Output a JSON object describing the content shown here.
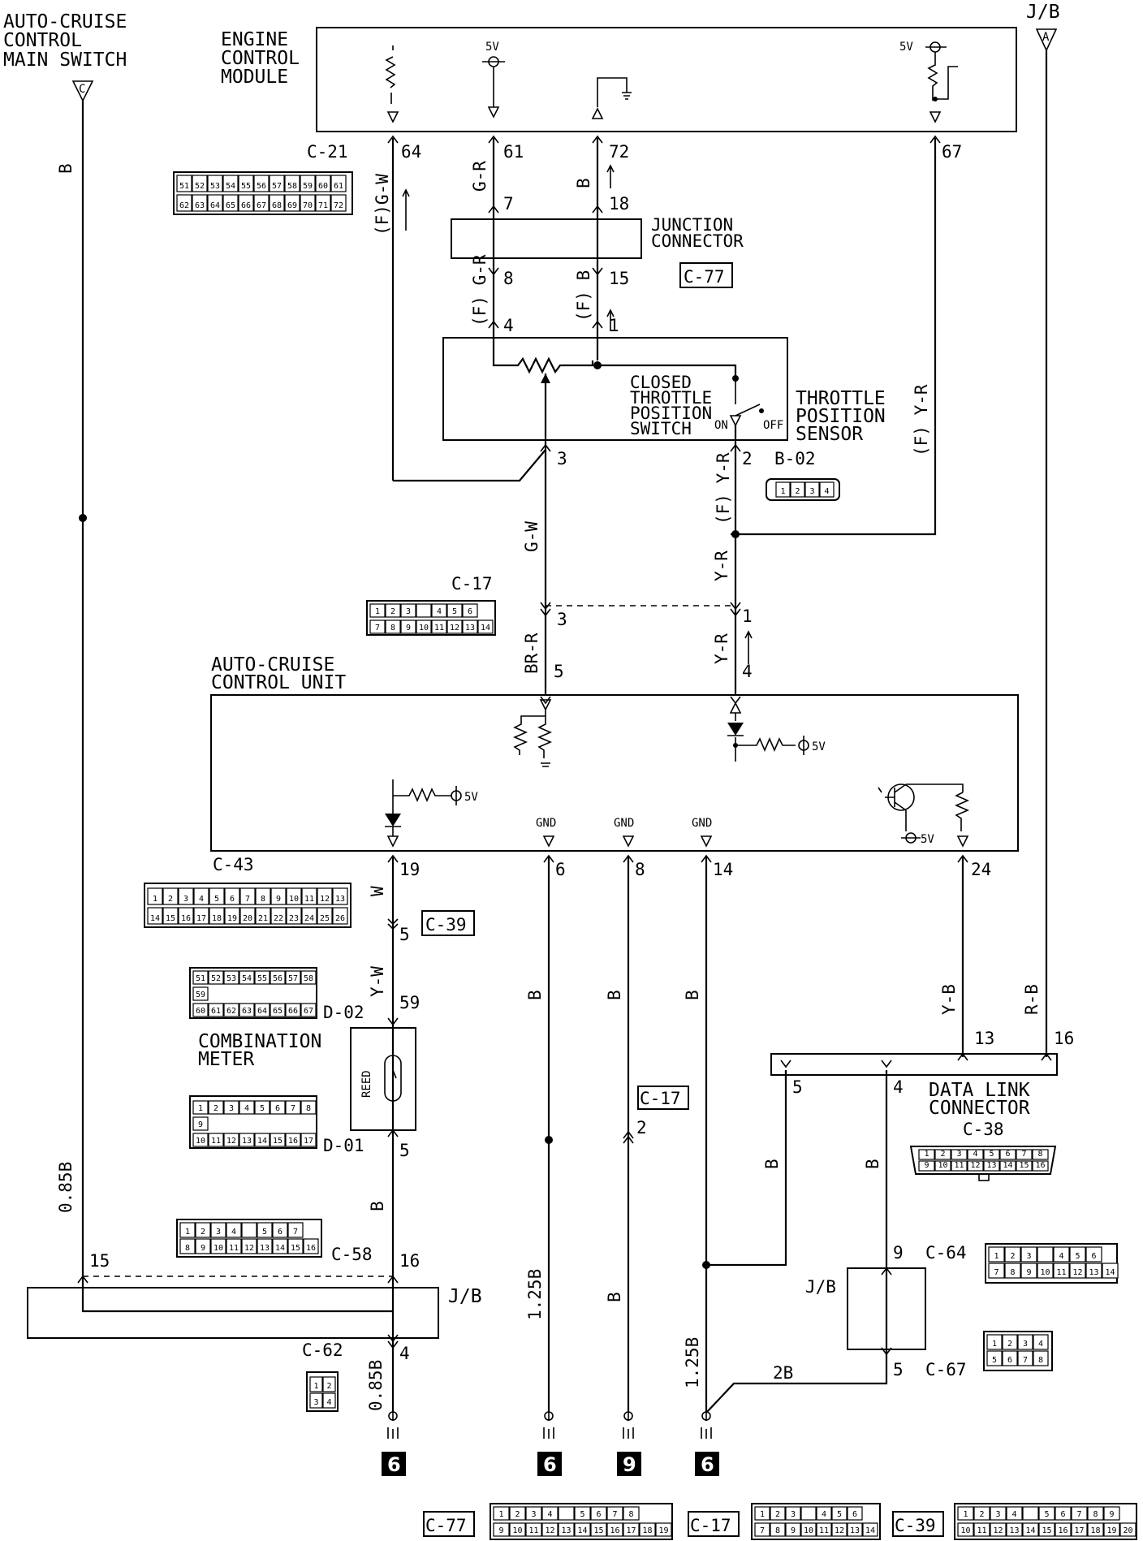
{
  "components": {
    "main_switch": [
      "AUTO-CRUISE",
      "CONTROL",
      "MAIN SWITCH"
    ],
    "ecm": [
      "ENGINE",
      "CONTROL",
      "MODULE"
    ],
    "jb_top": "J/B",
    "junction_connector": [
      "JUNCTION",
      "CONNECTOR"
    ],
    "closed_throttle_switch": [
      "CLOSED",
      "THROTTLE",
      "POSITION",
      "SWITCH"
    ],
    "tps": [
      "THROTTLE",
      "POSITION",
      "SENSOR"
    ],
    "acc_unit": [
      "AUTO-CRUISE",
      "CONTROL UNIT"
    ],
    "combination_meter": [
      "COMBINATION",
      "METER"
    ],
    "data_link": [
      "DATA LINK",
      "CONNECTOR"
    ],
    "jb_bottom": "J/B",
    "jb_small": "J/B",
    "reed": "REED"
  },
  "terminal_refs": {
    "C": "C",
    "A": "A"
  },
  "voltage": "5V",
  "switch_states": {
    "on": "ON",
    "off": "OFF"
  },
  "gnd": "GND",
  "connectors": {
    "c21": "C-21",
    "c77": "C-77",
    "b02": "B-02",
    "c17": "C-17",
    "c43": "C-43",
    "c39": "C-39",
    "d02": "D-02",
    "d01": "D-01",
    "c38": "C-38",
    "c58": "C-58",
    "c62": "C-62",
    "c64": "C-64",
    "c67": "C-67"
  },
  "wires": {
    "b": "B",
    "gw": "G-W",
    "fgw": "(F)G-W",
    "gr": "G-R",
    "fgr": "(F) G-R",
    "fb": "(F) B",
    "fyr": "(F) Y-R",
    "yr": "Y-R",
    "brr": "BR-R",
    "w": "W",
    "yw": "Y-W",
    "yb": "Y-B",
    "rb": "R-B",
    "b125": "1.25B",
    "b085": "0.85B",
    "b2": "2B"
  },
  "pins": {
    "p64": "64",
    "p61": "61",
    "p72": "72",
    "p67": "67",
    "p7": "7",
    "p18": "18",
    "p8": "8",
    "p15": "15",
    "p4": "4",
    "p1": "1",
    "p3": "3",
    "p2": "2",
    "p5": "5",
    "p19": "19",
    "p6": "6",
    "p14": "14",
    "p24": "24",
    "p59": "59",
    "p13": "13",
    "p16": "16",
    "p9": "9"
  },
  "grounds": [
    "6",
    "6",
    "9",
    "6"
  ],
  "connector_faces": {
    "c21": [
      [
        "51",
        "52",
        "53",
        "54",
        "55",
        "56",
        "57",
        "58",
        "59",
        "60",
        "61"
      ],
      [
        "62",
        "63",
        "64",
        "65",
        "66",
        "67",
        "68",
        "69",
        "70",
        "71",
        "72"
      ]
    ],
    "b02": [
      "1",
      "2",
      "3",
      "4"
    ],
    "c17": [
      [
        "1",
        "2",
        "3",
        "",
        "4",
        "5",
        "6"
      ],
      [
        "7",
        "8",
        "9",
        "10",
        "11",
        "12",
        "13",
        "14"
      ]
    ],
    "c43": [
      [
        "1",
        "2",
        "3",
        "4",
        "5",
        "6",
        "7",
        "8",
        "9",
        "10",
        "11",
        "12",
        "13"
      ],
      [
        "14",
        "15",
        "16",
        "17",
        "18",
        "19",
        "20",
        "21",
        "22",
        "23",
        "24",
        "25",
        "26"
      ]
    ],
    "d02": [
      [
        "51",
        "52",
        "53",
        "54",
        "55",
        "56",
        "57",
        "58"
      ],
      [
        "59"
      ],
      [
        "60",
        "61",
        "62",
        "63",
        "64",
        "65",
        "66",
        "67"
      ]
    ],
    "d01": [
      [
        "1",
        "2",
        "3",
        "4",
        "5",
        "6",
        "7",
        "8"
      ],
      [
        "9"
      ],
      [
        "10",
        "11",
        "12",
        "13",
        "14",
        "15",
        "16",
        "17"
      ]
    ],
    "c38": [
      [
        "1",
        "2",
        "3",
        "4",
        "5",
        "6",
        "7",
        "8"
      ],
      [
        "9",
        "10",
        "11",
        "12",
        "13",
        "14",
        "15",
        "16"
      ]
    ],
    "c58": [
      [
        "1",
        "2",
        "3",
        "4",
        "",
        "5",
        "6",
        "7"
      ],
      [
        "8",
        "9",
        "10",
        "11",
        "12",
        "13",
        "14",
        "15",
        "16"
      ]
    ],
    "c62": [
      [
        "1",
        "2"
      ],
      [
        "3",
        "4"
      ]
    ],
    "c64": [
      [
        "1",
        "2",
        "3",
        "",
        "4",
        "5",
        "6"
      ],
      [
        "7",
        "8",
        "9",
        "10",
        "11",
        "12",
        "13",
        "14"
      ]
    ],
    "c67": [
      [
        "1",
        "2",
        "3",
        "4"
      ],
      [
        "5",
        "6",
        "7",
        "8"
      ]
    ],
    "c77": [
      [
        "1",
        "2",
        "3",
        "4",
        "",
        "5",
        "6",
        "7",
        "8"
      ],
      [
        "9",
        "10",
        "11",
        "12",
        "13",
        "14",
        "15",
        "16",
        "17",
        "18",
        "19"
      ]
    ],
    "c39": [
      [
        "1",
        "2",
        "3",
        "4",
        "",
        "5",
        "6",
        "7",
        "8",
        "9"
      ],
      [
        "10",
        "11",
        "12",
        "13",
        "14",
        "15",
        "16",
        "17",
        "18",
        "19",
        "20"
      ]
    ]
  }
}
